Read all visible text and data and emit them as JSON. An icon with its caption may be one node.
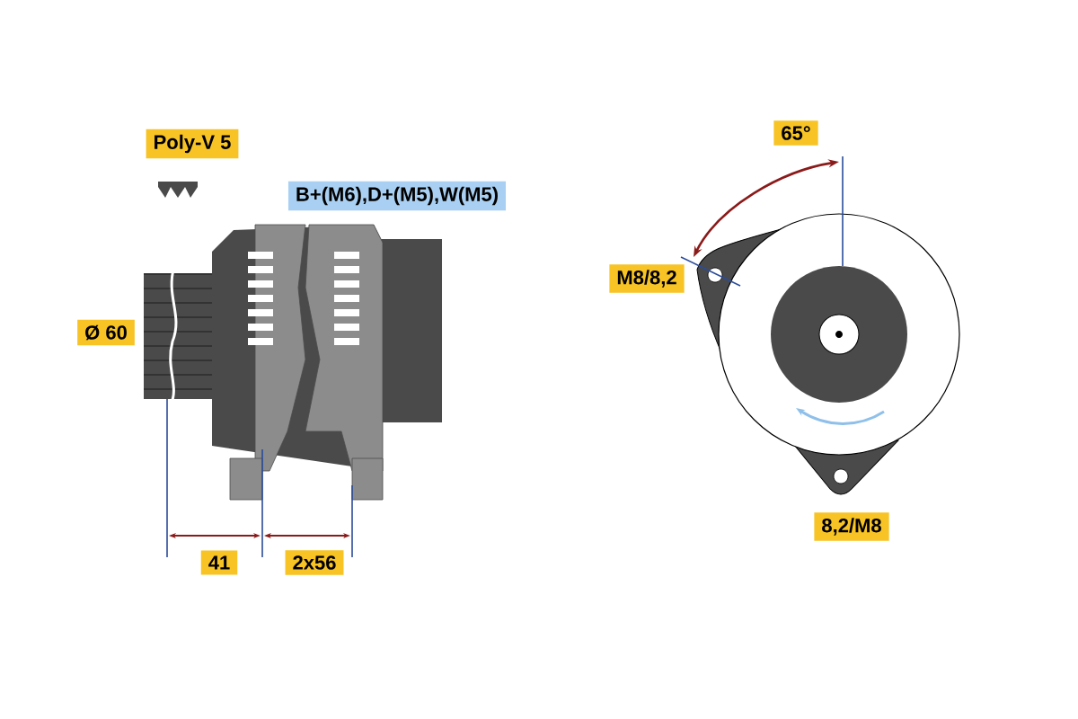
{
  "diagram": {
    "nodes": [
      {
        "text": [
          "Poly-V 5"
        ]
      },
      {
        "text": [
          "B+(M6),D+(M5),W(M5)"
        ]
      },
      {
        "text": [
          "65°"
        ]
      },
      {
        "text": [
          "M8/8,2"
        ]
      },
      {
        "text": [
          "Ø 60"
        ]
      },
      {
        "text": [
          "41"
        ]
      },
      {
        "text": [
          "2x56"
        ]
      },
      {
        "text": [
          "8,2/M8"
        ]
      }
    ]
  }
}
